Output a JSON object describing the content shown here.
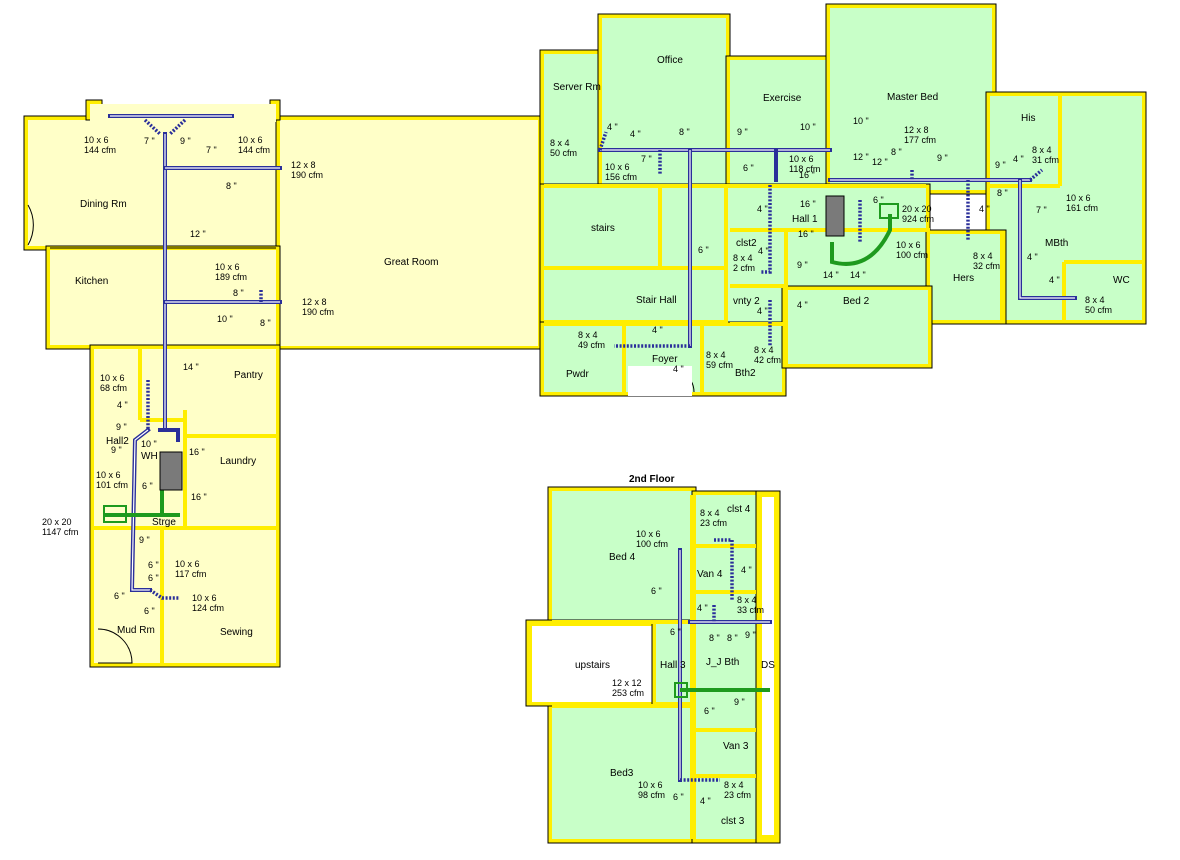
{
  "title": "2nd Floor",
  "rooms": {
    "dining": "Dining Rm",
    "great": "Great Room",
    "kitchen": "Kitchen",
    "pantry": "Pantry",
    "hall2": "Hall2",
    "wh": "WH",
    "laundry": "Laundry",
    "strge": "Strge",
    "mud": "Mud Rm",
    "sewing": "Sewing",
    "server": "Server Rm",
    "office": "Office",
    "exercise": "Exercise",
    "master": "Master Bed",
    "his": "His",
    "stairs": "stairs",
    "hall1": "Hall 1",
    "clst2": "clst2",
    "stairhall": "Stair Hall",
    "vnty2": "vnty 2",
    "bed2": "Bed 2",
    "hers": "Hers",
    "mbth": "MBth",
    "wc": "WC",
    "pwdr": "Pwdr",
    "foyer": "Foyer",
    "bth2": "Bth2",
    "bed4": "Bed 4",
    "clst4": "clst 4",
    "van4": "Van 4",
    "upstairs": "upstairs",
    "hall3": "Hall 3",
    "jjbth": "J_J Bth",
    "ds": "DS",
    "bed3": "Bed3",
    "van3": "Van 3",
    "clst3": "clst 3"
  },
  "registers": {
    "dining_l": [
      "10 x 6",
      "144 cfm"
    ],
    "dining_r": [
      "10 x 6",
      "144 cfm"
    ],
    "great_top": [
      "12 x 8",
      "190 cfm"
    ],
    "kitchen": [
      "10 x 6",
      "189 cfm"
    ],
    "great_mid": [
      "12 x 8",
      "190 cfm"
    ],
    "pantry": [
      "10 x 6",
      "68 cfm"
    ],
    "hall2": [
      "10 x 6",
      "101 cfm"
    ],
    "return1": [
      "20 x 20",
      "1147 cfm"
    ],
    "mud1": [
      "10 x 6",
      "117 cfm"
    ],
    "mud2": [
      "10 x 6",
      "124 cfm"
    ],
    "server": [
      "8 x 4",
      "50 cfm"
    ],
    "office": [
      "10 x 6",
      "156 cfm"
    ],
    "exercise": [
      "10 x 6",
      "118 cfm"
    ],
    "master": [
      "12 x 8",
      "177 cfm"
    ],
    "his": [
      "8 x 4",
      "31 cfm"
    ],
    "mbth": [
      "10 x 6",
      "161 cfm"
    ],
    "return2": [
      "20 x 20",
      "924 cfm"
    ],
    "clst2": [
      "8 x 4",
      "2 cfm"
    ],
    "bed2": [
      "10 x 6",
      "100 cfm"
    ],
    "hers": [
      "8 x 4",
      "32 cfm"
    ],
    "wc": [
      "8 x 4",
      "50 cfm"
    ],
    "pwdr": [
      "8 x 4",
      "49 cfm"
    ],
    "foyer": [
      "8 x 4",
      "59 cfm"
    ],
    "bth2": [
      "8 x 4",
      "42 cfm"
    ],
    "clst4": [
      "8 x 4",
      "23 cfm"
    ],
    "bed4": [
      "10 x 6",
      "100 cfm"
    ],
    "jjbth": [
      "8 x 4",
      "33 cfm"
    ],
    "return3": [
      "12 x 12",
      "253 cfm"
    ],
    "bed3": [
      "10 x 6",
      "98 cfm"
    ],
    "clst3": [
      "8 x 4",
      "23 cfm"
    ]
  },
  "duct_labels": {
    "d7": "7 \"",
    "d9": "9 \"",
    "d8": "8 \"",
    "d12": "12 \"",
    "d10": "10 \"",
    "d14": "14 \"",
    "d4": "4 \"",
    "d16": "16 \"",
    "d6": "6 \""
  },
  "colors": {
    "floor1": "#ffffc8",
    "floor2": "#c8ffc8",
    "trim": "#ffee00",
    "supply_duct": "#2a2f9a",
    "return_duct": "#1e9a1e",
    "furnace": "#7a7a7a"
  }
}
